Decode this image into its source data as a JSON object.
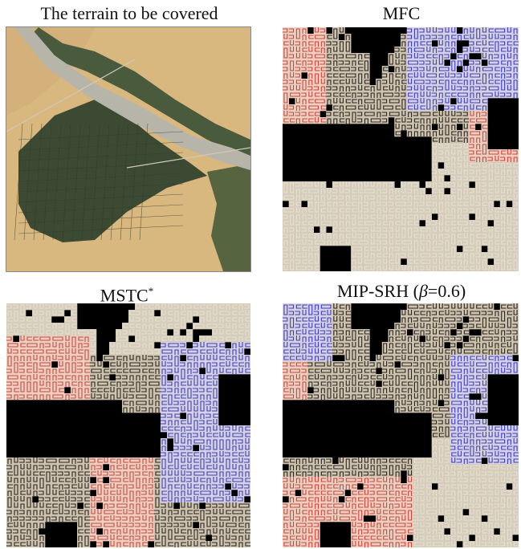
{
  "panels": [
    {
      "id": "terrain",
      "title": "The terrain to be covered",
      "kind": "satellite"
    },
    {
      "id": "mfc",
      "title": "MFC",
      "kind": "coverage",
      "colors": {
        "robot_1": "#d63a32",
        "robot_2": "#3a3ad6",
        "robot_3": "#d8cdb8",
        "robot_4": "#cfc6b6"
      }
    },
    {
      "id": "mstc",
      "title_main": "MSTC",
      "title_sup": "*",
      "kind": "coverage",
      "colors": {
        "robot_1": "#d63a32",
        "robot_2": "#3a3ad6",
        "robot_3": "#d8cdb8",
        "robot_4": "#cfc6b6"
      }
    },
    {
      "id": "mip",
      "title_main": "MIP-SRH (",
      "title_greek": "β",
      "title_tail": "=0.6)",
      "kind": "coverage",
      "colors": {
        "robot_1": "#d63a32",
        "robot_2": "#3a3ad6",
        "robot_3": "#d8cdb8",
        "robot_4": "#cfc6b6"
      }
    }
  ],
  "colors": {
    "obstacle": "#000000",
    "sand": "#d9b880",
    "vegetation": "#3d4a33",
    "riverbed": "#b7b5a9"
  }
}
